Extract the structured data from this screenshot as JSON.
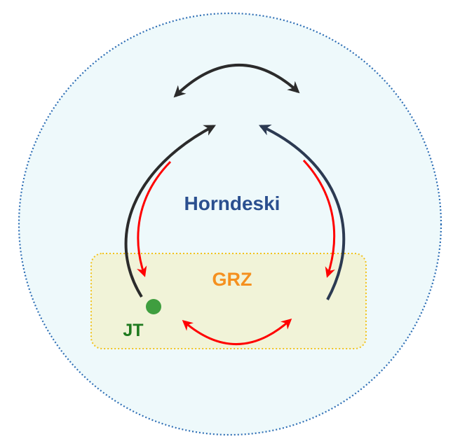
{
  "labels": {
    "outer_region": "Horndeski",
    "inner_region": "GRZ",
    "point": "JT"
  },
  "colors": {
    "outer_fill": "#eef9fb",
    "outer_stroke": "#2f6fb5",
    "inner_fill": "#f1f3d8",
    "inner_stroke": "#f2c21b",
    "outer_label": "#2a4f8f",
    "inner_label": "#f5901f",
    "point_fill": "#3f9e3f",
    "point_label": "#1f7a1f",
    "dark_arrow": "#2b2b2b",
    "navy_arrow": "#2c3a52",
    "red_arrow": "#ff0000"
  }
}
